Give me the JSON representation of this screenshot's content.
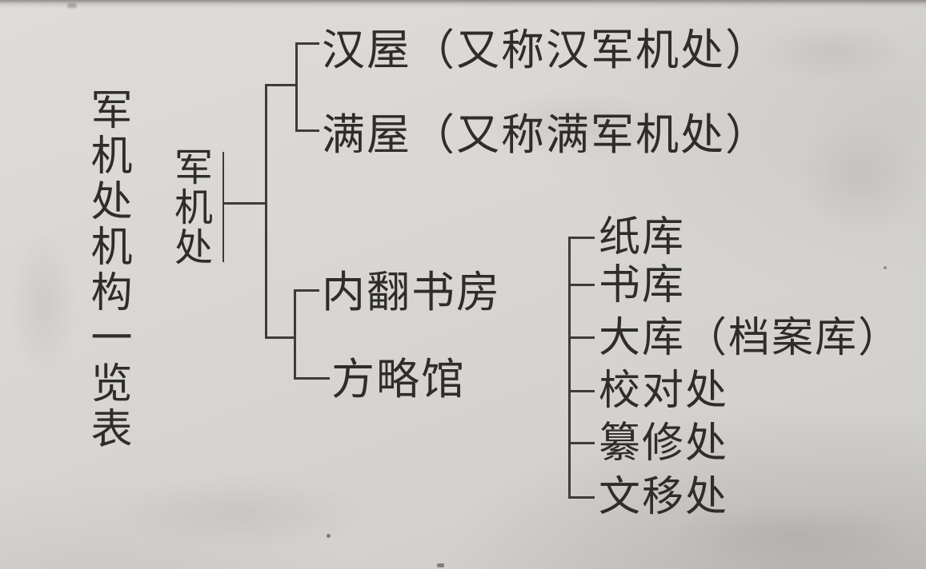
{
  "title": "军机处机构一览表",
  "root": {
    "label": "军机处"
  },
  "branches": [
    {
      "label": "汉屋（又称汉军机处）"
    },
    {
      "label": "满屋（又称满军机处）"
    },
    {
      "label": "内翻书房"
    },
    {
      "label": "方略馆"
    }
  ],
  "sub_departments": [
    {
      "label": "纸库"
    },
    {
      "label": "书库"
    },
    {
      "label": "大库（档案库）"
    },
    {
      "label": "校对处"
    },
    {
      "label": "纂修处"
    },
    {
      "label": "文移处"
    }
  ],
  "colors": {
    "paper": "#d8d6d3",
    "ink": "#2e2d2b",
    "line": "#3e3c39"
  }
}
